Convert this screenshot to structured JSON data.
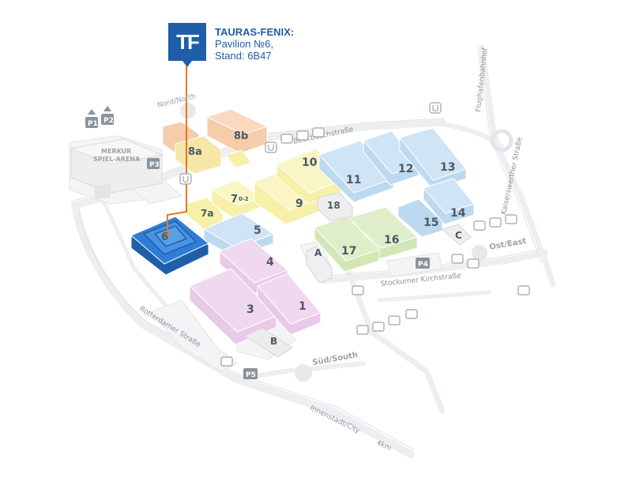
{
  "exhibitor": {
    "logo_text": "TF",
    "name": "TAURAS-FENIX:",
    "pavilion": "Pavilion №6,",
    "stand": "Stand: 6B47"
  },
  "halls": [
    {
      "id": "1",
      "label": "1",
      "color": "#e9c9e8"
    },
    {
      "id": "3",
      "label": "3",
      "color": "#e9c9e8"
    },
    {
      "id": "4",
      "label": "4",
      "color": "#e9c9e8"
    },
    {
      "id": "5",
      "label": "5",
      "color": "#bcd9f0"
    },
    {
      "id": "6",
      "label": "6",
      "color": "#2f7dd6"
    },
    {
      "id": "7a",
      "label": "7a",
      "color": "#f6f0a8"
    },
    {
      "id": "7",
      "label": "7",
      "sub": "0-2",
      "color": "#f6f0a8"
    },
    {
      "id": "8a",
      "label": "8a",
      "color": "#f6e6a8"
    },
    {
      "id": "8b",
      "label": "8b",
      "color": "#f7ccaa"
    },
    {
      "id": "9",
      "label": "9",
      "color": "#f6f0a8"
    },
    {
      "id": "10",
      "label": "10",
      "color": "#f6f0a8"
    },
    {
      "id": "11",
      "label": "11",
      "color": "#bcd9f0"
    },
    {
      "id": "12",
      "label": "12",
      "color": "#bcd9f0"
    },
    {
      "id": "13",
      "label": "13",
      "color": "#bcd9f0"
    },
    {
      "id": "14",
      "label": "14",
      "color": "#bcd9f0"
    },
    {
      "id": "15",
      "label": "15",
      "color": "#bcd9f0"
    },
    {
      "id": "16",
      "label": "16",
      "color": "#d3e7b6"
    },
    {
      "id": "17",
      "label": "17",
      "color": "#d3e7b6"
    },
    {
      "id": "18",
      "label": "18",
      "color": "#eeeeee"
    }
  ],
  "areas": {
    "arena": "MERKUR\nSPIEL-ARENA",
    "entrance_a": "A",
    "entrance_b": "B",
    "entrance_c": "C"
  },
  "entrances": {
    "north": "Nord/North",
    "south": "Süd/South",
    "east": "Ost/East"
  },
  "roads": {
    "beckbusch": "Beckbuschstraße",
    "stockumer": "Stockumer Kirchstraße",
    "rotterdamer": "Rotterdamer Straße",
    "innenstadt": "Innenstadt/City",
    "innenstadt_dist": "4km",
    "flughafen": "Flughafenbahnhof",
    "kaiserswerther": "Kaiserswerther Straße"
  },
  "parking": [
    "P1",
    "P2",
    "P3",
    "P4",
    "P5"
  ],
  "colors": {
    "accent": "#1f5ea8",
    "route": "#e07b1f",
    "hall6": "#2f7dd6",
    "road": "#f1f2f3"
  },
  "icons": [
    "parking-icon",
    "subway-icon",
    "bus-icon",
    "taxi-icon",
    "pin-icon"
  ]
}
